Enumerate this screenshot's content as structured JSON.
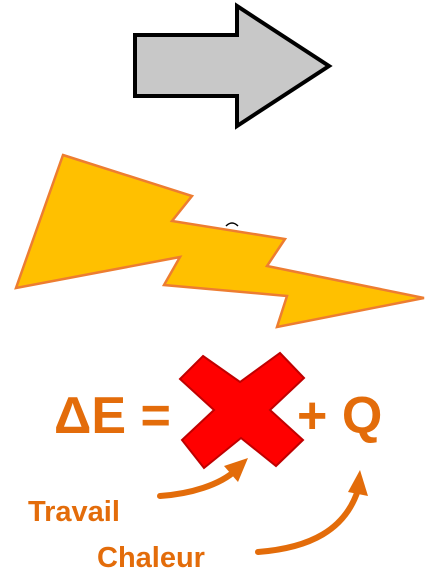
{
  "equation": {
    "lhs": "ΔE =",
    "plus_q": "+ Q"
  },
  "labels": {
    "work": "Travail",
    "heat": "Chaleur"
  },
  "icons": {
    "arrow": "right-arrow-icon",
    "lightning": "lightning-bolt-icon",
    "cross": "red-cross-icon"
  },
  "colors": {
    "arrow_fill": "#c8c8c8",
    "arrow_stroke": "#000000",
    "bolt_fill": "#ffc000",
    "bolt_stroke": "#ed7d31",
    "text_orange": "#e36c0a",
    "cross_fill": "#ff0000",
    "cross_stroke": "#c00000"
  }
}
